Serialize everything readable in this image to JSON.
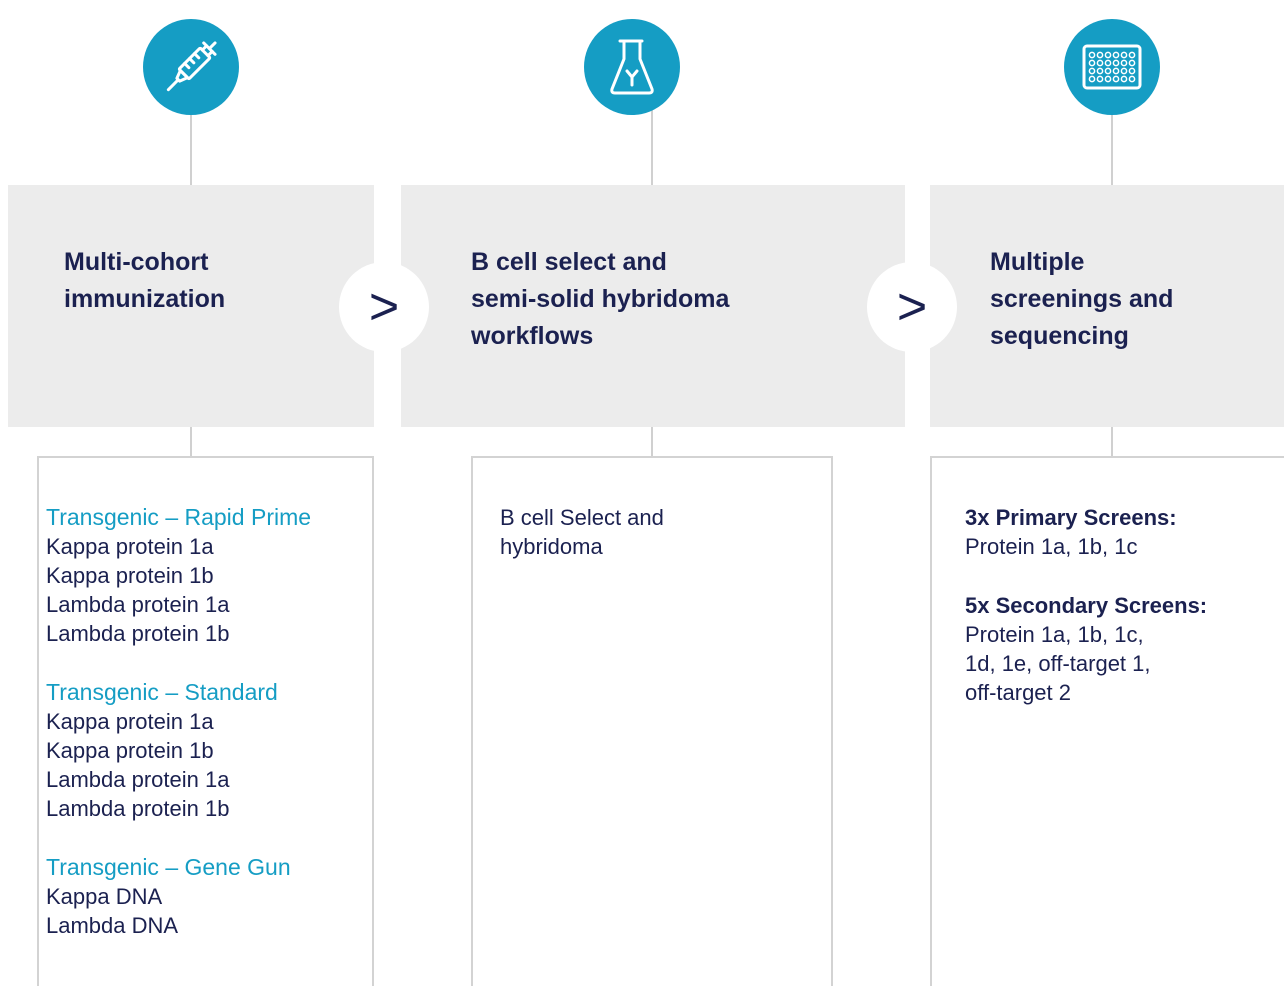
{
  "steps": [
    {
      "title": "Multi-cohort\nimmunization",
      "icon": "syringe-icon",
      "groups": [
        {
          "heading": "Transgenic – Rapid Prime",
          "items": "Kappa protein 1a\nKappa protein 1b\nLambda protein 1a\nLambda protein 1b"
        },
        {
          "heading": "Transgenic – Standard",
          "items": "Kappa protein 1a\nKappa protein 1b\nLambda protein 1a\nLambda protein 1b"
        },
        {
          "heading": "Transgenic – Gene Gun",
          "items": "Kappa DNA\nLambda DNA"
        }
      ]
    },
    {
      "title": "B cell select and\nsemi-solid hybridoma\nworkflows",
      "icon": "flask-antibody-icon",
      "groups": [
        {
          "heading": "",
          "items": "B cell Select and\nhybridoma"
        }
      ]
    },
    {
      "title": "Multiple\nscreenings and\nsequencing",
      "icon": "well-plate-icon",
      "groups": [
        {
          "heading": "3x Primary Screens:",
          "items": "Protein 1a, 1b, 1c"
        },
        {
          "heading": "5x Secondary Screens:",
          "items": "Protein 1a, 1b, 1c,\n1d, 1e, off-target 1,\noff-target 2"
        }
      ]
    }
  ],
  "arrows": [
    ">",
    ">"
  ],
  "colors": {
    "accent": "#159dc4",
    "navy": "#1b2150",
    "panel": "#ececec",
    "border": "#d3d3d3"
  }
}
